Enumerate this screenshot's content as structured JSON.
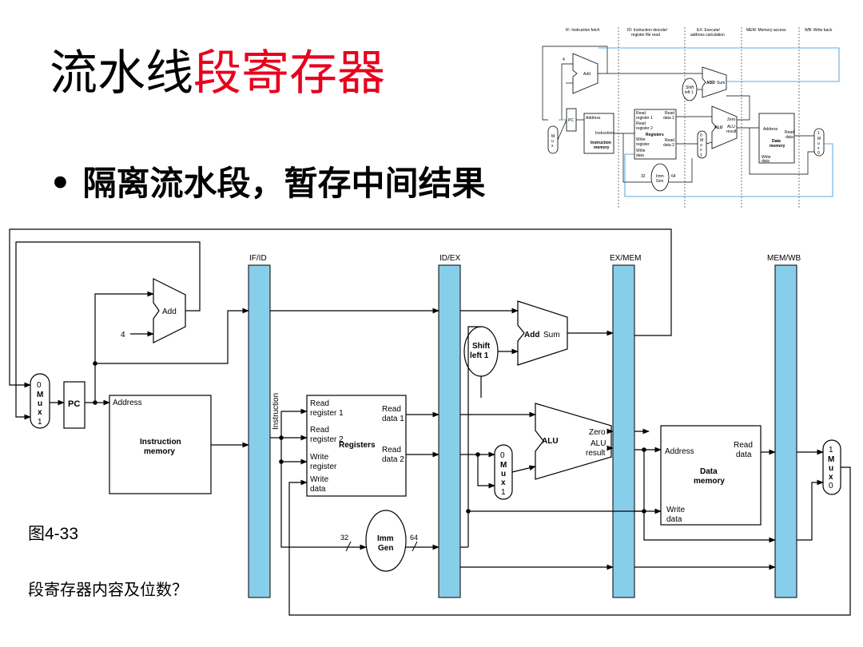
{
  "slide": {
    "title_black": "流水线",
    "title_red": "段寄存器",
    "bullet": "隔离流水段，暂存中间结果",
    "figure_caption": "图4-33",
    "question": "段寄存器内容及位数？"
  },
  "colors": {
    "accent_red": "#e8001c",
    "register_fill": "#87ceeb",
    "wire": "#000000",
    "thumb_blue_wire": "#2b8fd6"
  },
  "pipeline_registers": [
    "IF/ID",
    "ID/EX",
    "EX/MEM",
    "MEM/WB"
  ],
  "diagram": {
    "mux_if": [
      "0",
      "M",
      "u",
      "x",
      "1"
    ],
    "pc": "PC",
    "four": "4",
    "add": "Add",
    "address": "Address",
    "instr_mem": [
      "Instruction",
      "memory"
    ],
    "instruction_vertical": "Instruction",
    "read_reg1": [
      "Read",
      "register 1"
    ],
    "read_reg2": [
      "Read",
      "register 2"
    ],
    "write_reg": [
      "Write",
      "register"
    ],
    "write_data": [
      "Write",
      "data"
    ],
    "registers": "Registers",
    "read_data1": [
      "Read",
      "data 1"
    ],
    "read_data2": [
      "Read",
      "data 2"
    ],
    "imm_gen": [
      "Imm",
      "Gen"
    ],
    "imm_in": "32",
    "imm_out": "64",
    "shift_left": [
      "Shift",
      "left 1"
    ],
    "add_sum": [
      "Add",
      "Sum"
    ],
    "mux_ex": [
      "0",
      "M",
      "u",
      "x",
      "1"
    ],
    "alu": "ALU",
    "zero": "Zero",
    "alu_result": [
      "ALU",
      "result"
    ],
    "mem_address": "Address",
    "data_memory": [
      "Data",
      "memory"
    ],
    "mem_read_data": [
      "Read",
      "data"
    ],
    "mem_write_data": [
      "Write",
      "data"
    ],
    "mux_wb": [
      "1",
      "M",
      "u",
      "x",
      "0"
    ]
  },
  "thumbnail": {
    "stages": [
      "IF: Instruction fetch",
      "ID: Instruction decode/",
      "register file read",
      "EX: Execute/",
      "address calculation",
      "MEM: Memory access",
      "WB: Write back"
    ],
    "add": "Add",
    "four": "4",
    "pc": "PC",
    "address": "Address",
    "instruction": "Instruction",
    "instr_mem": [
      "Instruction",
      "memory"
    ],
    "regs": [
      "Read",
      "register 1",
      "Read",
      "register 2",
      "Write",
      "register",
      "Write",
      "data"
    ],
    "registers": "Registers",
    "read_data": [
      "Read",
      "data 1",
      "Read",
      "data 2"
    ],
    "shift": [
      "Shift",
      "left 1"
    ],
    "add_sum": [
      "ADD",
      "Sum"
    ],
    "alu": "ALU",
    "zero": "Zero",
    "alu_result": [
      "ALU",
      "result"
    ],
    "mem_address": "Address",
    "data_memory": [
      "Data",
      "memory"
    ],
    "mem_read_data": [
      "Read",
      "data"
    ],
    "mem_write_data": [
      "Write",
      "data"
    ],
    "imm": [
      "Imm",
      "Gen"
    ],
    "n32": "32",
    "n64": "64",
    "mux": [
      "M",
      "u",
      "x"
    ],
    "mux_ports": [
      "0",
      "1"
    ]
  }
}
